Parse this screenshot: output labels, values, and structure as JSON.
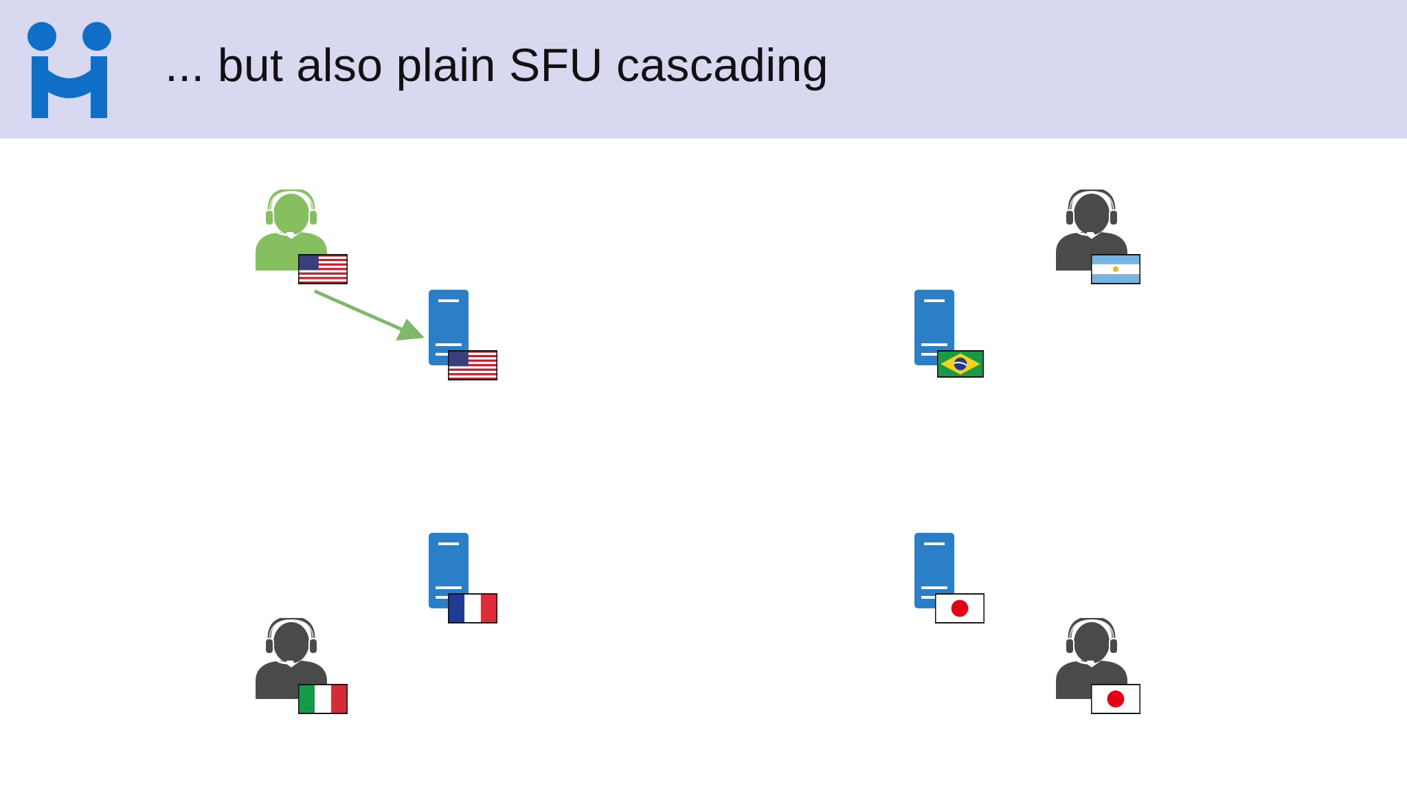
{
  "slide": {
    "title": "... but also plain SFU cascading",
    "colors": {
      "header_bg": "#d9d8f1",
      "brand_blue": "#0f6fc6",
      "server_blue": "#2b7fc7",
      "active_user": "#86bf60",
      "inactive_user": "#4a4a4a",
      "arrow": "#7fb86a"
    }
  },
  "diagram": {
    "users": [
      {
        "name": "user-usa",
        "flag": "usa",
        "state": "active",
        "icon": "headset-user-icon"
      },
      {
        "name": "user-argentina",
        "flag": "argentina",
        "state": "inactive",
        "icon": "headset-user-icon"
      },
      {
        "name": "user-italy",
        "flag": "italy",
        "state": "inactive",
        "icon": "headset-user-icon"
      },
      {
        "name": "user-japan",
        "flag": "japan",
        "state": "inactive",
        "icon": "headset-user-icon"
      }
    ],
    "servers": [
      {
        "name": "server-usa",
        "flag": "usa",
        "icon": "server-icon"
      },
      {
        "name": "server-brazil",
        "flag": "brazil",
        "icon": "server-icon"
      },
      {
        "name": "server-france",
        "flag": "france",
        "icon": "server-icon"
      },
      {
        "name": "server-japan",
        "flag": "japan",
        "icon": "server-icon"
      }
    ],
    "connections": [
      {
        "from": "user-usa",
        "to": "server-usa",
        "icon": "arrow-icon"
      }
    ]
  }
}
